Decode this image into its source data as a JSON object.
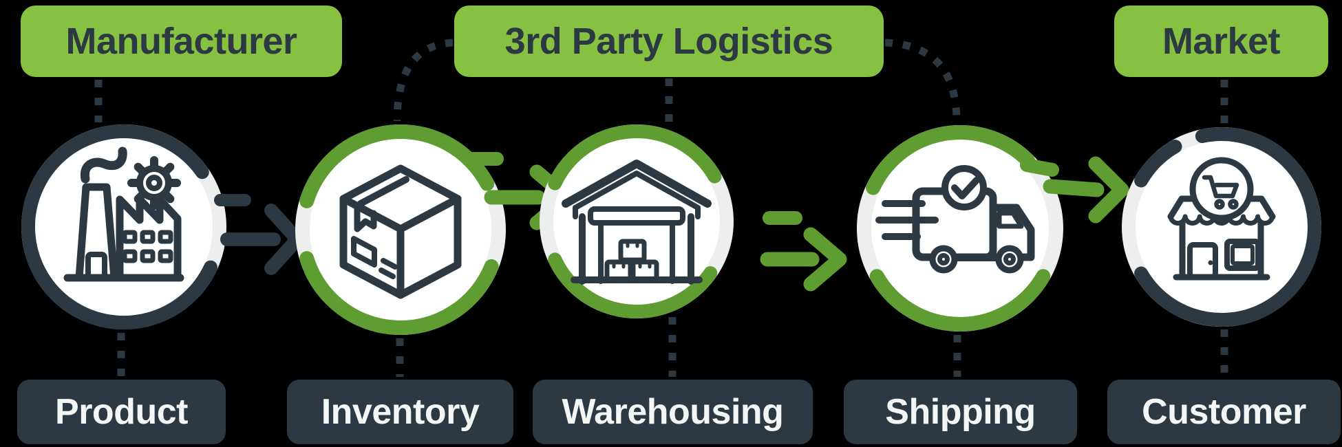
{
  "colors": {
    "accent_green_light": "#86C141",
    "accent_green_dark": "#5F9C31",
    "ink_dark": "#2C3842",
    "ring_track": "#EDEFEE",
    "circle_fill": "#FFFFFF",
    "bottom_label_text": "#F4F6F6"
  },
  "top_badges": [
    {
      "label": "Manufacturer"
    },
    {
      "label": "3rd Party Logistics"
    },
    {
      "label": "Market"
    }
  ],
  "bottom_badges": [
    {
      "label": "Product"
    },
    {
      "label": "Inventory"
    },
    {
      "label": "Warehousing"
    },
    {
      "label": "Shipping"
    },
    {
      "label": "Customer"
    }
  ],
  "stages": [
    {
      "label": "Product",
      "group": "Manufacturer",
      "icon": "factory-icon",
      "ring": "dark"
    },
    {
      "label": "Inventory",
      "group": "3rd Party Logistics",
      "icon": "package-box-icon",
      "ring": "green"
    },
    {
      "label": "Warehousing",
      "group": "3rd Party Logistics",
      "icon": "warehouse-icon",
      "ring": "green"
    },
    {
      "label": "Shipping",
      "group": "3rd Party Logistics",
      "icon": "delivery-truck-icon",
      "ring": "green"
    },
    {
      "label": "Customer",
      "group": "Market",
      "icon": "storefront-icon",
      "ring": "dark"
    }
  ]
}
